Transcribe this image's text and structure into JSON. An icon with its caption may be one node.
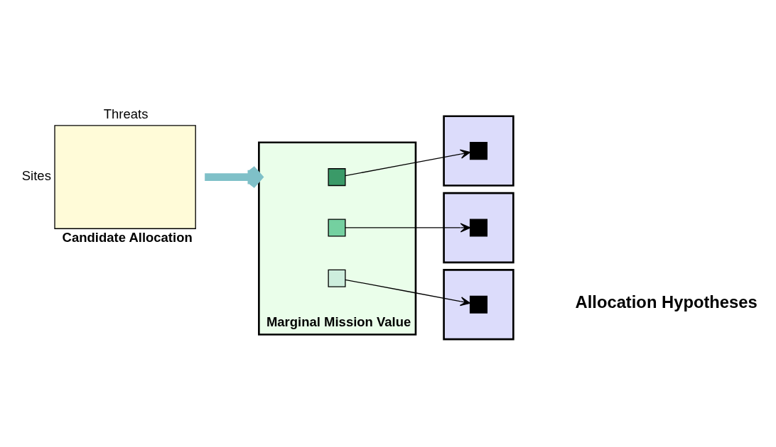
{
  "diagram": {
    "nodes": [
      {
        "text": [
          "Candidate Allocation"
        ],
        "beside": [
          "Threats",
          "Sites"
        ]
      },
      {
        "text": [
          "Marginal Mission Value"
        ]
      },
      {
        "text": [],
        "shape": "box",
        "in": 1
      },
      {
        "text": [],
        "shape": "box",
        "in": 1
      },
      {
        "text": [],
        "shape": "box",
        "in": 1
      },
      {
        "text": [],
        "shape": "box"
      },
      {
        "text": [],
        "shape": "box"
      },
      {
        "text": [],
        "shape": "box"
      },
      {
        "text": [],
        "shape": "box",
        "in": 5
      },
      {
        "text": [],
        "shape": "box",
        "in": 6
      },
      {
        "text": [],
        "shape": "box",
        "in": 7
      }
    ],
    "edges": [
      {
        "from": 0,
        "to": 1,
        "arrow": "to",
        "style": "thick",
        "color": "#7fc0c8"
      },
      {
        "from": 2,
        "to": 8,
        "arrow": "to"
      },
      {
        "from": 4,
        "to": 9,
        "arrow": "to"
      },
      {
        "from": 3,
        "to": 10,
        "arrow": "to"
      }
    ],
    "labels": [
      "Allocation Hypotheses"
    ]
  }
}
